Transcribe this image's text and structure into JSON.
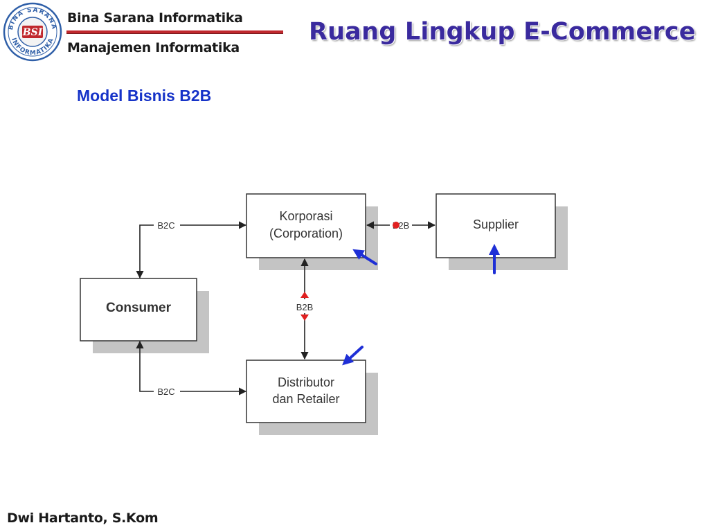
{
  "header": {
    "org_line1": "Bina Sarana Informatika",
    "org_line2": "Manajemen Informatika",
    "logo_top_text": "BINA SARANA",
    "logo_bottom_text": "INFORMATIKA",
    "logo_mark": "BSI",
    "accent_color": "#c0282d"
  },
  "slide": {
    "title": "Ruang Lingkup  E-Commerce",
    "subtitle": "Model Bisnis B2B"
  },
  "diagram": {
    "nodes": {
      "corporation_line1": "Korporasi",
      "corporation_line2": "(Corporation)",
      "supplier": "Supplier",
      "consumer": "Consumer",
      "distributor_line1": "Distributor",
      "distributor_line2": "dan Retailer"
    },
    "edges": {
      "b2c_top": "B2C",
      "b2b_supplier": "B2B",
      "b2b_distributor": "B2B",
      "b2c_bottom": "B2C"
    },
    "marker_color": "#1e2fd6"
  },
  "footer": {
    "author": "Dwi Hartanto, S.Kom"
  }
}
